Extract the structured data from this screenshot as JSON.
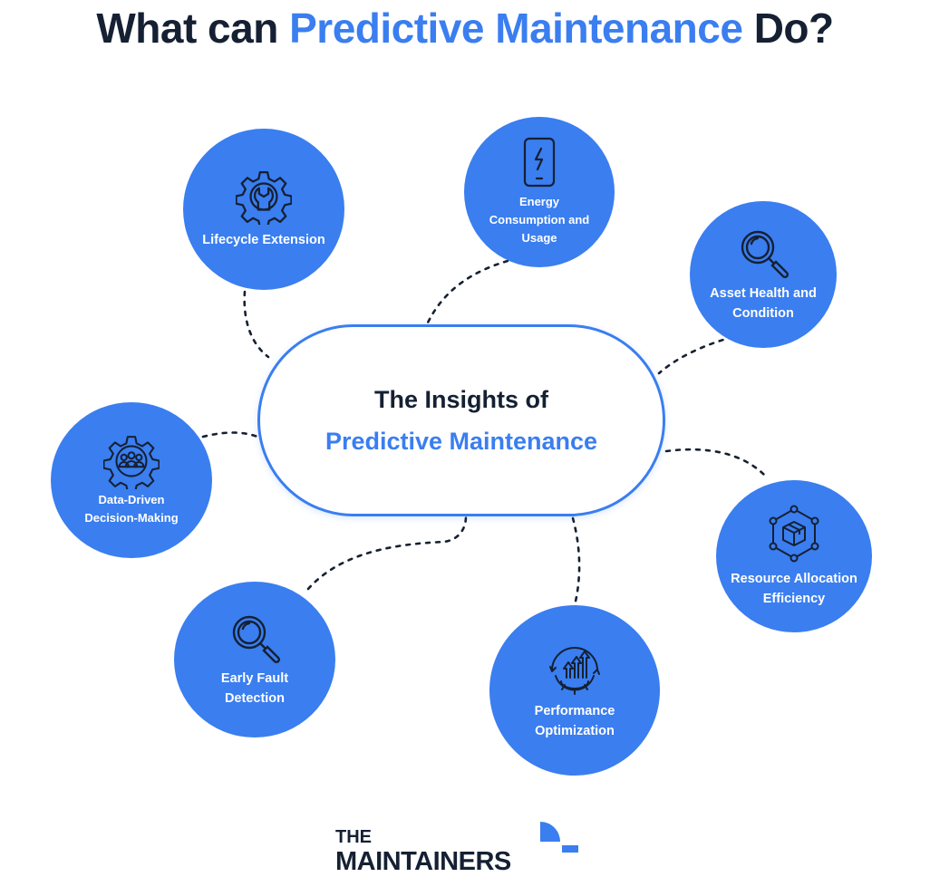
{
  "title": {
    "prefix": "What can",
    "highlight": "Predictive Maintenance",
    "suffix": "Do?"
  },
  "center": {
    "line1": "The Insights of",
    "line2": "Predictive Maintenance"
  },
  "nodes": [
    {
      "label": "Lifecycle Extension",
      "icon": "gear-wrench-icon"
    },
    {
      "label": "Energy\nConsumption and\nUsage",
      "icon": "phone-lightning-icon"
    },
    {
      "label": "Asset Health and\nCondition",
      "icon": "magnifier-icon"
    },
    {
      "label": "Data-Driven\nDecision-Making",
      "icon": "gear-team-icon"
    },
    {
      "label": "Resource Allocation\nEfficiency",
      "icon": "box-network-icon"
    },
    {
      "label": "Early Fault\nDetection",
      "icon": "magnifier-icon"
    },
    {
      "label": "Performance\nOptimization",
      "icon": "gear-arrows-icon"
    }
  ],
  "logo": {
    "line1": "THE",
    "line2": "MAINTAINERS"
  },
  "colors": {
    "accent": "#3a7ef0",
    "dark": "#152033"
  }
}
